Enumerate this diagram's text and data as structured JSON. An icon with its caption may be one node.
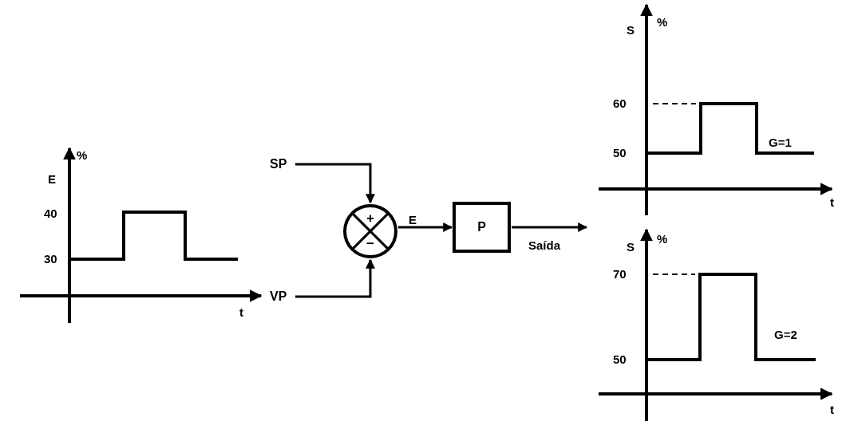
{
  "diagram": {
    "nodes": [
      {
        "text": [
          "SP"
        ]
      },
      {
        "text": [
          "VP"
        ]
      },
      {
        "text": [
          "+",
          "−"
        ]
      },
      {
        "text": [
          "P"
        ]
      }
    ],
    "edges": [
      {
        "from": 0,
        "to": 2,
        "arrow": "to"
      },
      {
        "from": 1,
        "to": 2,
        "arrow": "to"
      },
      {
        "from": 2,
        "to": 3,
        "arrow": "to",
        "label": "E"
      },
      {
        "from": 3,
        "to": null,
        "arrow": "to",
        "label": "Saída"
      }
    ],
    "labels": [
      "%",
      "E",
      "40",
      "30",
      "t",
      "S",
      "%",
      "60",
      "50",
      "G=1",
      "t",
      "S",
      "%",
      "70",
      "50",
      "G=2",
      "t"
    ]
  }
}
